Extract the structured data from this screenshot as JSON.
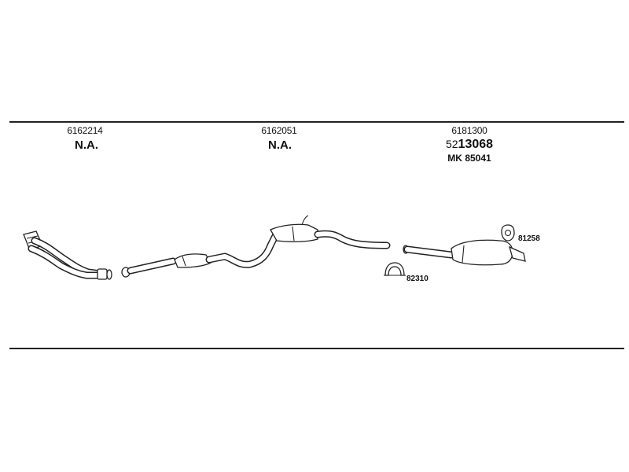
{
  "columns": [
    {
      "part_number": "6162214",
      "status": "N.A."
    },
    {
      "part_number": "6162051",
      "status": "N.A."
    },
    {
      "part_number": "6181300",
      "ref_prefix": "52",
      "ref_main": "13068",
      "mk_label": "MK",
      "mk_number": "85041"
    }
  ],
  "callouts": {
    "clamp": "82310",
    "hanger": "81258"
  }
}
